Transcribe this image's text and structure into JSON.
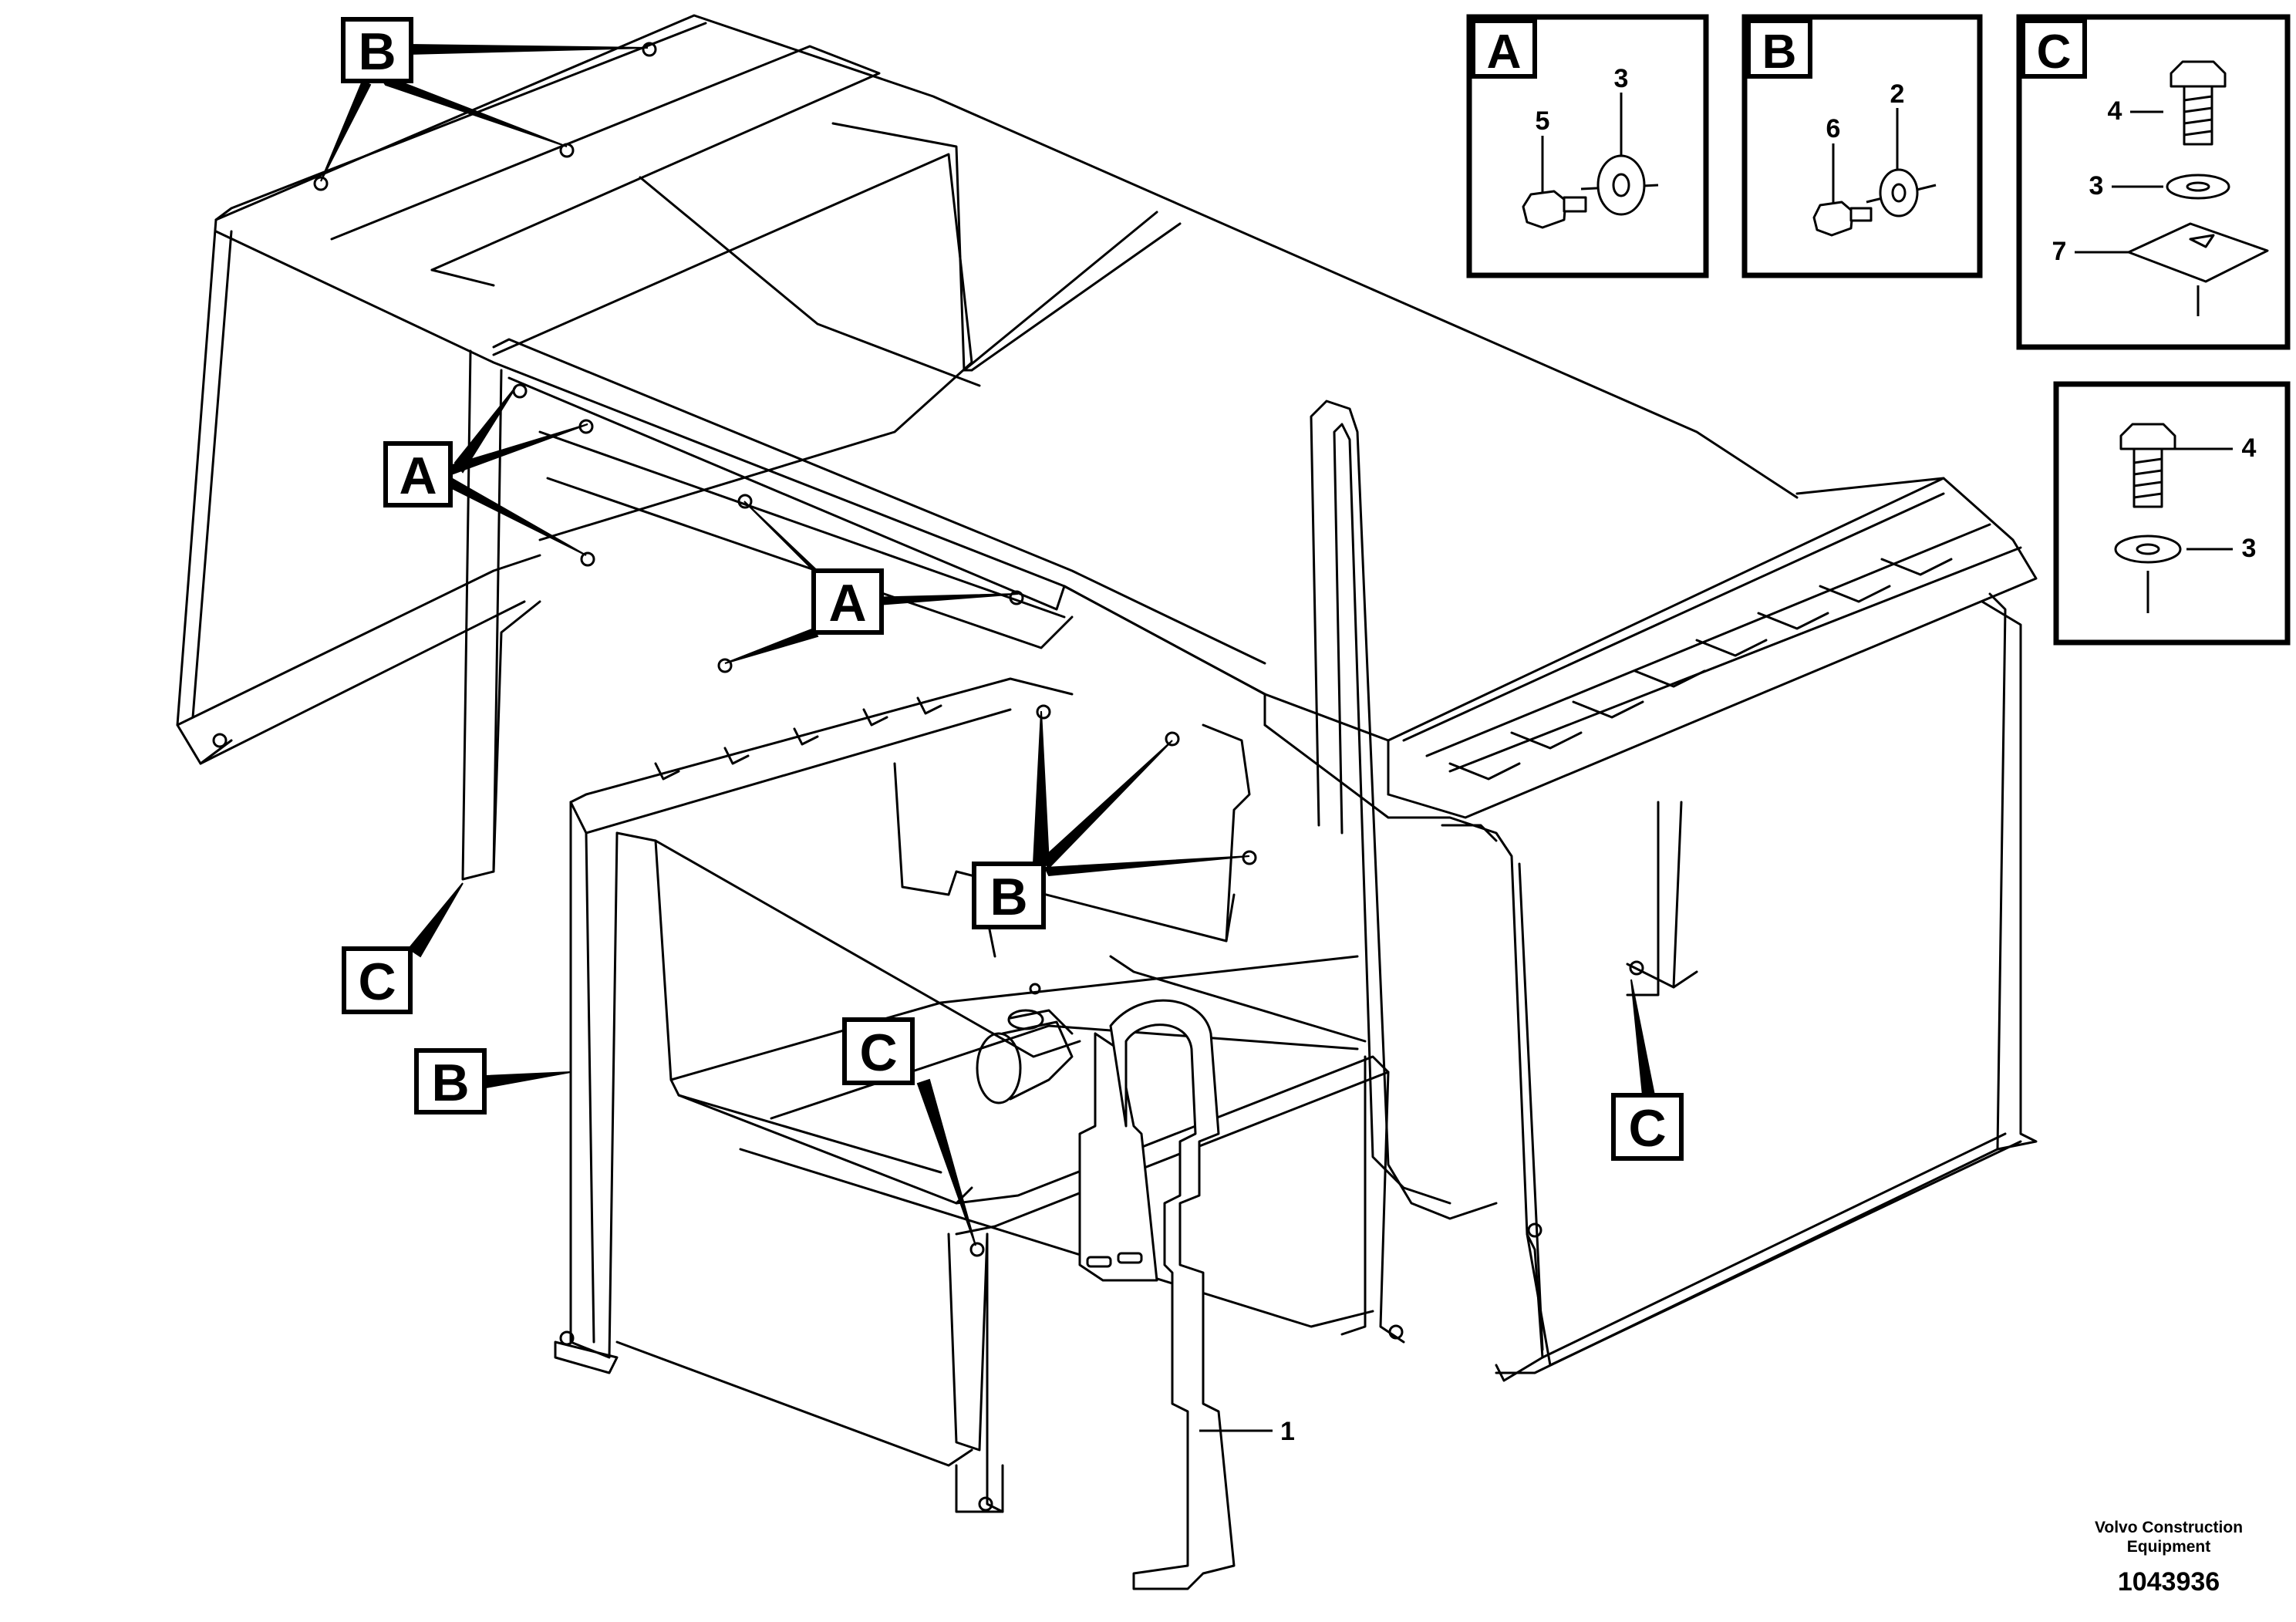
{
  "diagram": {
    "callouts": [
      {
        "letter": "B"
      },
      {
        "letter": "A"
      },
      {
        "letter": "A"
      },
      {
        "letter": "B"
      },
      {
        "letter": "C"
      },
      {
        "letter": "B"
      },
      {
        "letter": "C"
      },
      {
        "letter": "C"
      }
    ],
    "part_label": "1",
    "detail_panels": [
      {
        "letter": "A",
        "items": [
          "5",
          "3"
        ]
      },
      {
        "letter": "B",
        "items": [
          "6",
          "2"
        ]
      },
      {
        "letter": "C",
        "items": [
          "4",
          "3",
          "7"
        ]
      },
      {
        "letter": "",
        "items": [
          "4",
          "3"
        ]
      }
    ],
    "footer": {
      "company_line1": "Volvo Construction",
      "company_line2": "Equipment",
      "drawing_number": "1043936"
    }
  }
}
